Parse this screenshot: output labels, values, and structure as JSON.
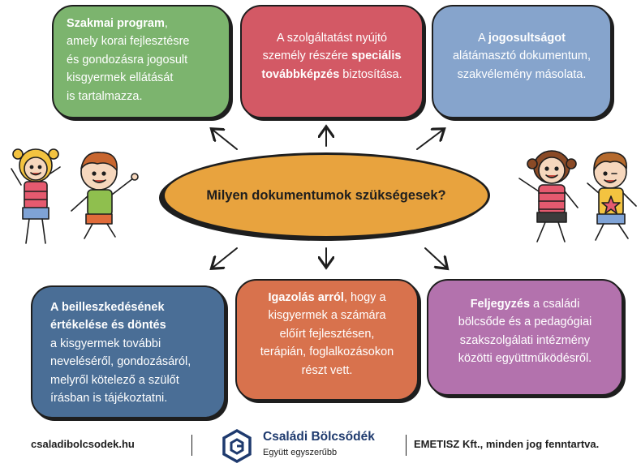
{
  "cards": {
    "program": {
      "bold": "Szakmai program",
      "rest1": ",",
      "lines": [
        "amely korai fejlesztésre",
        "és gondozásra jogosult",
        "kisgyermek ellátását",
        "is tartalmazza."
      ]
    },
    "training": {
      "line1": "A szolgáltatást nyújtó",
      "line2_pre": "személy részére ",
      "line2_bold": "speciális",
      "line3_bold": "továbbképzés",
      "line3_rest": " biztosítása."
    },
    "eligibility": {
      "line1_pre": "A ",
      "line1_bold": "jogosultságot",
      "line2": "alátámasztó dokumentum,",
      "line3": "szakvélemény másolata."
    },
    "integration": {
      "bold1": "A beilleszkedésének",
      "bold2": "értékelése és döntés",
      "lines": [
        "a kisgyermek további",
        "neveléséről, gondozásáról,",
        "melyről kötelező a szülőt",
        "írásban is tájékoztatni."
      ]
    },
    "certificate": {
      "line1_bold": "Igazolás arról",
      "line1_rest": ", hogy a",
      "lines": [
        "kisgyermek a számára",
        "előírt fejlesztésen,",
        "terápián, foglalkozásokon",
        "részt vett."
      ]
    },
    "record": {
      "line1_bold": "Feljegyzés",
      "line1_rest": " a családi",
      "lines": [
        "bölcsőde és a pedagógiai",
        "szakszolgálati intézmény",
        "közötti együttműködésről."
      ]
    }
  },
  "center_question": "Milyen dokumentumok szükségesek?",
  "footer": {
    "url": "csaladibolcsodek.hu",
    "brand": "Családi Bölcsődék",
    "tagline": "Együtt egyszerűbb",
    "copyright": "EMETISZ Kft., minden jog fenntartva."
  },
  "colors": {
    "green": "#7cb46e",
    "red": "#d35965",
    "blue": "#86a4cc",
    "navy": "#4a6e96",
    "orange": "#d8724d",
    "purple": "#b372ad",
    "bubble": "#e8a33e",
    "brand": "#1e3a6e"
  },
  "icons": [
    "kids-left-illustration",
    "kids-right-illustration",
    "arrow-icon",
    "logo-icon"
  ]
}
